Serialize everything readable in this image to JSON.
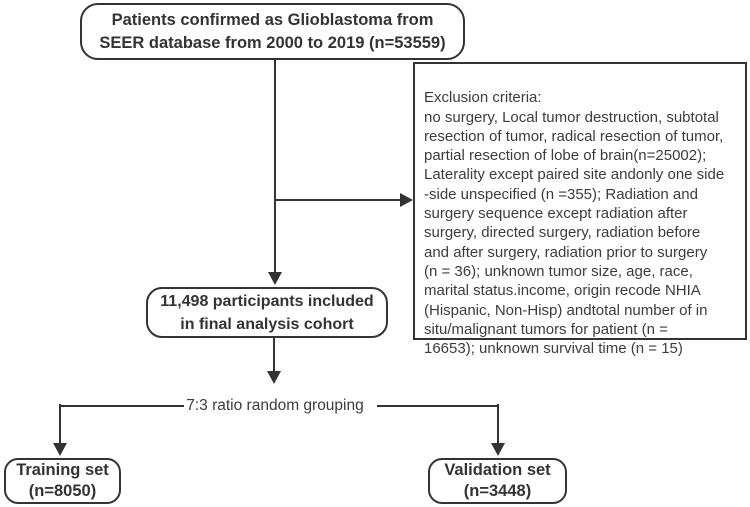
{
  "figure": {
    "background_color": "#ffffff",
    "stroke_color": "#333333",
    "source_box": {
      "lines": [
        "Patients confirmed as Glioblastoma from",
        "SEER database from 2000 to 2019 (n=53559)"
      ]
    },
    "exclusion_box": {
      "lines": [
        "Exclusion criteria:",
        "no surgery, Local tumor destruction, subtotal",
        "resection of tumor, radical resection of tumor,",
        "partial resection of lobe of brain(n=25002);",
        "Laterality except paired site andonly one side",
        "-side unspecified (n =355); Radiation and",
        "surgery sequence except radiation after",
        "surgery, directed surgery, radiation before",
        "and after surgery, radiation prior to surgery",
        "(n = 36); unknown tumor size, age, race,",
        "marital status.income, origin recode NHIA",
        "(Hispanic, Non-Hisp) andtotal number of in",
        "situ/malignant tumors for patient (n =",
        "16653);  unknown survival time (n = 15)"
      ]
    },
    "cohort_box": {
      "lines": [
        "11,498 participants included",
        "in final analysis cohort"
      ]
    },
    "grouping_label": "7:3 ratio random grouping",
    "training_box": {
      "lines": [
        "Training set",
        "(n=8050)"
      ]
    },
    "validation_box": {
      "lines": [
        "Validation set",
        "(n=3448)"
      ]
    }
  }
}
